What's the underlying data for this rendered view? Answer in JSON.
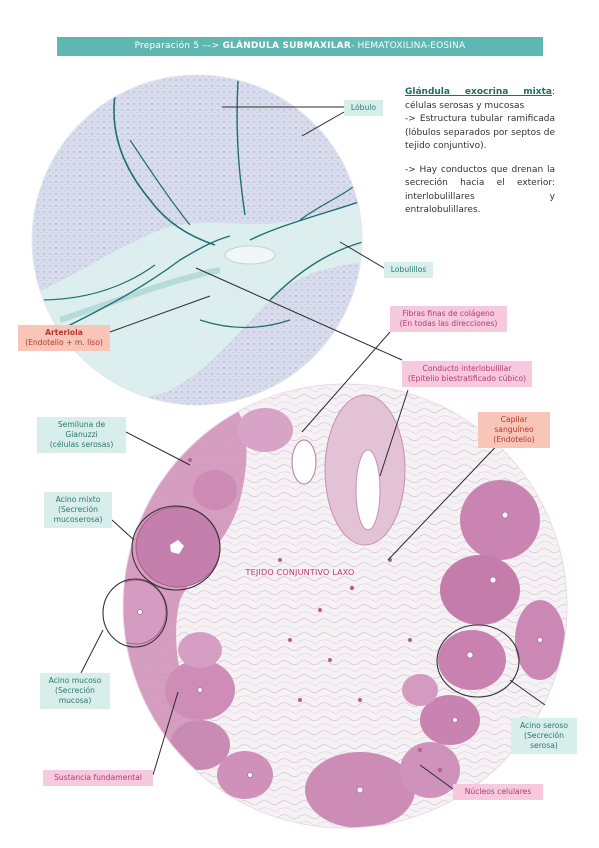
{
  "title": {
    "prefix": "Preparación 5 ––> ",
    "bold": "GLÁNDULA SUBMAXILAR",
    "suffix": "- HEMATOXILINA-EOSINA"
  },
  "description": {
    "heading": "Glándula exocrina mixta",
    "line1": ": células serosas y mucosas",
    "line2": "-> Estructura tubular ramificada (lóbulos separados por septos de tejido conjuntivo).",
    "line3": "-> Hay conductos que drenan la secreción hacia el exterior: interlobulillares y entralobulillares."
  },
  "labels": {
    "lobulo": "Lóbulo",
    "lobulillos": "Lobulillos",
    "arteriola": "Arteriola",
    "arteriola_sub": "(Endotelio + m. liso)",
    "fibras": "Fibras finas de colágeno",
    "fibras_sub": "(En todas las direcciones)",
    "conducto": "Conducto interlobulillar",
    "conducto_sub": "(Epitelio biestratificado cúbico)",
    "capilar": "Capilar sanguíneo",
    "capilar_sub": "(Endotelio)",
    "semiluna": "Semiluna de",
    "semiluna2": "Gianuzzi",
    "semiluna_sub": "(células serosas)",
    "acino_mixto": "Acino mixto",
    "acino_mixto_sub": "(Secreción",
    "acino_mixto_sub2": "mucoserosa)",
    "acino_mucoso": "Acino mucoso",
    "acino_mucoso_sub": "(Secreción",
    "acino_mucoso_sub2": "mucosa)",
    "acino_seroso": "Acino seroso",
    "acino_seroso_sub": "(Secreción",
    "acino_seroso_sub2": "serosa)",
    "sustancia": "Sustancia fundamental",
    "nucleos": "Núcleos celulares",
    "tejido": "TEJIDO CONJUNTIVO LAXO"
  },
  "colors": {
    "teal": "#5fb7b2",
    "pink": "#f7c9de",
    "salmon": "#f8c5b8"
  }
}
